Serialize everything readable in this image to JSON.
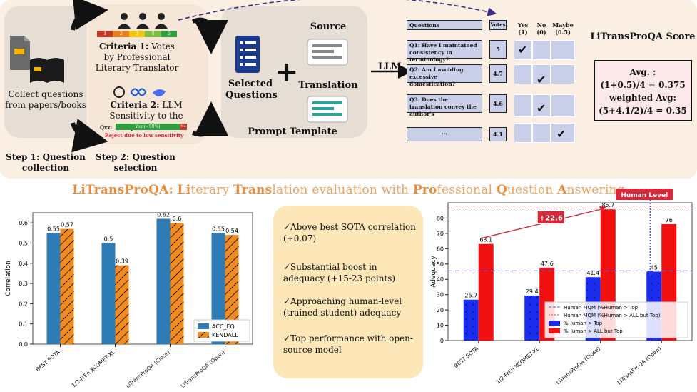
{
  "pipeline": {
    "collect_caption": "Collect questions from papers/books",
    "step1": "Step 1: Question collection",
    "step2": "Step 2: Question selection",
    "rating_scale": [
      "1",
      "2",
      "3",
      "4",
      "5"
    ],
    "criteria1_bold": "Criteria 1:",
    "criteria1_rest": " Votes by Professional Literary Translator",
    "criteria2_bold": "Criteria 2:",
    "criteria2_rest": " LLM Sensitivity to the question",
    "sens_label": "Qxx:",
    "sens_bar_text": "Yes (~90%)",
    "sens_bar_end": "No",
    "reject_text": "Reject due to low sensitivity",
    "selected_questions": "Selected Questions",
    "plus": "+",
    "source": "Source",
    "translation": "Translation",
    "prompt_template": "Prompt Template",
    "llm": "LLM"
  },
  "question_table": {
    "header_questions": "Questions",
    "header_votes": "Votes",
    "header_yes": "Yes (1)",
    "header_no": "No (0)",
    "header_maybe": "Maybe (0.5)",
    "rows": [
      {
        "q": "Q1: Have I maintained consistency in terminology?",
        "votes": "5",
        "answer": "yes"
      },
      {
        "q": "Q2: Am I avoiding excessive domestication?",
        "votes": "4.7",
        "answer": "no"
      },
      {
        "q": "Q3: Does the translation convey the author's",
        "votes": "4.6",
        "answer": "no"
      },
      {
        "q": "...",
        "votes": "4.1",
        "answer": "maybe"
      }
    ],
    "check": "✔"
  },
  "score": {
    "title": "LiTransProQA Score",
    "line1": "Avg. :",
    "line2": "(1+0.5)/4 = 0.375",
    "line3": "weighted Avg:",
    "line4": "(5+4.1/2)/4 = 0.35"
  },
  "banner": {
    "p1": "Li",
    "p2": "terary ",
    "p3": "Trans",
    "p4": "lation evaluation with ",
    "p5": "Pro",
    "p6": "fessional ",
    "p7": "Q",
    "p8": "uestion ",
    "p9": "A",
    "p10": "nswering",
    "title_bold": "LiTransProQA:"
  },
  "takeaways": [
    "✓Above best SOTA correlation (+0.07)",
    "✓Substantial boost in adequacy (+15-23 points)",
    "✓Approaching human-level (trained student) adequacy",
    "✓Top performance with open-source model"
  ],
  "chart_data": [
    {
      "type": "bar",
      "categories": [
        "BEST SOTA",
        "1/2-FrEn XCOMET-XL",
        "LiTransProQA (Close)",
        "LiTransProQA (Open)"
      ],
      "series": [
        {
          "name": "ACC_EQ",
          "values": [
            0.55,
            0.5,
            0.62,
            0.55
          ],
          "color": "#2f7bb5"
        },
        {
          "name": "KENDALL",
          "values": [
            0.57,
            0.39,
            0.6,
            0.54
          ],
          "color": "#f28b1e"
        }
      ],
      "ylabel": "Correlation",
      "ylim": [
        0,
        0.65
      ],
      "yticks": [
        "0.0",
        "0.1",
        "0.2",
        "0.3",
        "0.4",
        "0.5",
        "0.6"
      ],
      "legend": "lower-right"
    },
    {
      "type": "bar",
      "categories": [
        "BEST SOTA",
        "1/2-FrEn XCOMET-XL",
        "LiTransProQA (Close)",
        "LiTransProQA (Open)"
      ],
      "series": [
        {
          "name": "%Human > Top",
          "values": [
            26.7,
            29.4,
            41.4,
            45
          ],
          "color": "#1a2cf0"
        },
        {
          "name": "%Human > ALL but Top",
          "values": [
            63.1,
            47.6,
            85.7,
            76
          ],
          "color": "#f01010"
        }
      ],
      "reference_lines": [
        {
          "name": "Human MQM (%Human > Top)",
          "value": 45.5
        },
        {
          "name": "Human MQM (%Human > ALL but Top)",
          "value": 86.5
        }
      ],
      "ylabel": "Adequacy",
      "ylim": [
        0,
        90
      ],
      "yticks": [
        "0",
        "10",
        "20",
        "30",
        "40",
        "50",
        "60",
        "70",
        "80"
      ],
      "annotation": "+22.6",
      "human_level": "Human Level",
      "legend": "lower-right"
    }
  ]
}
